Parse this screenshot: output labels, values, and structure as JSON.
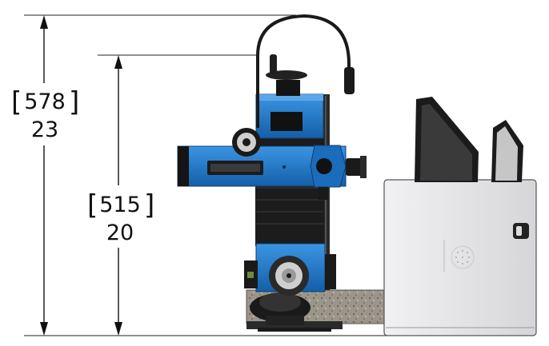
{
  "dimensions": [
    {
      "mm": "578",
      "inch": "23"
    },
    {
      "mm": "515",
      "inch": "20"
    }
  ],
  "colors": {
    "accent_blue": "#1b75c9",
    "dark_body": "#1c1c1c",
    "cabinet_grey": "#e4e4e6",
    "granite": "#9a9488"
  }
}
